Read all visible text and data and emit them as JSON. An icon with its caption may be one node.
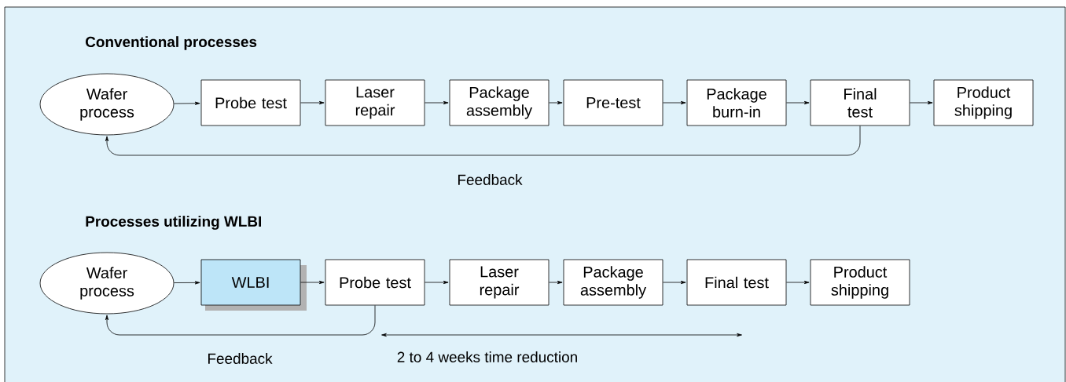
{
  "diagram": {
    "nodes": [
      {
        "text": [
          "Wafer process"
        ]
      },
      {
        "text": [
          "Probe test"
        ]
      },
      {
        "text": [
          "Laser repair"
        ]
      },
      {
        "text": [
          "Package assembly"
        ]
      },
      {
        "text": [
          "Pre-test"
        ]
      },
      {
        "text": [
          "Package burn-in"
        ]
      },
      {
        "text": [
          "Final test"
        ]
      },
      {
        "text": [
          "Product shipping"
        ]
      },
      {
        "text": [
          "Wafer process"
        ]
      },
      {
        "text": [
          "WLBI"
        ]
      },
      {
        "text": [
          "Probe test"
        ]
      },
      {
        "text": [
          "Laser repair"
        ]
      },
      {
        "text": [
          "Package assembly"
        ]
      },
      {
        "text": [
          "Final test"
        ]
      },
      {
        "text": [
          "Product shipping"
        ]
      }
    ],
    "edges": [
      {
        "from": 0,
        "to": 1,
        "arrow": "to"
      },
      {
        "from": 1,
        "to": 2,
        "arrow": "to"
      },
      {
        "from": 2,
        "to": 3,
        "arrow": "to"
      },
      {
        "from": 3,
        "to": 4,
        "arrow": "to"
      },
      {
        "from": 4,
        "to": 5,
        "arrow": "to"
      },
      {
        "from": 5,
        "to": 6,
        "arrow": "to"
      },
      {
        "from": 6,
        "to": 7,
        "arrow": "to"
      },
      {
        "from": 6,
        "to": 0,
        "arrow": "to",
        "label": "Feedback"
      },
      {
        "from": 8,
        "to": 9,
        "arrow": "to"
      },
      {
        "from": 9,
        "to": 10,
        "arrow": "to"
      },
      {
        "from": 10,
        "to": 11,
        "arrow": "to"
      },
      {
        "from": 11,
        "to": 12,
        "arrow": "to"
      },
      {
        "from": 12,
        "to": 13,
        "arrow": "to"
      },
      {
        "from": 13,
        "to": 14,
        "arrow": "to"
      },
      {
        "from": 10,
        "to": 8,
        "arrow": "to",
        "label": "Feedback"
      }
    ],
    "labels": [
      "Conventional processes",
      "Processes utilizing WLBI",
      "2 to 4 weeks time reduction"
    ]
  }
}
